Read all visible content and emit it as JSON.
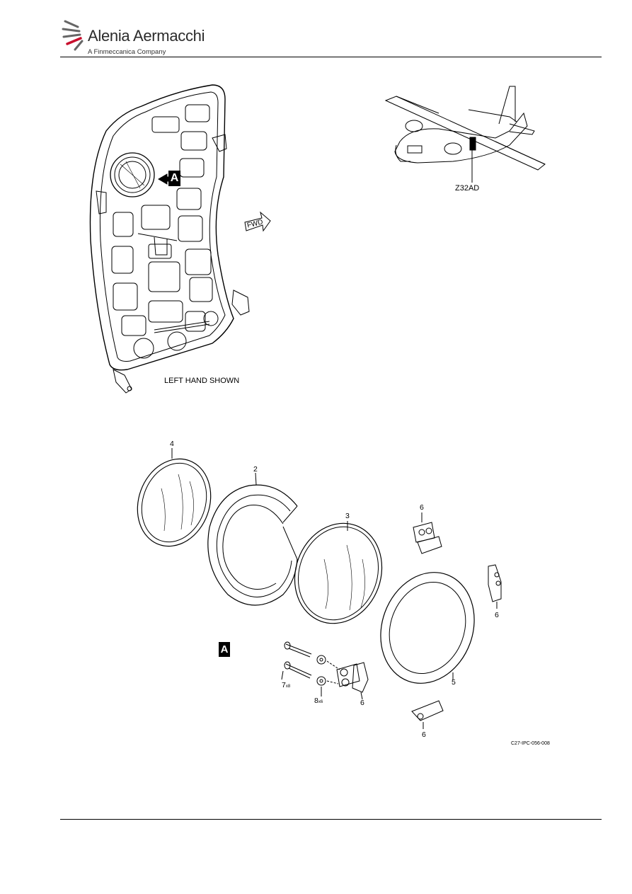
{
  "header": {
    "brand": "Alenia Aermacchi",
    "tagline": "A Finmeccanica Company"
  },
  "figure": {
    "view_marker": "A",
    "fwd_label": "FWD",
    "zone_label": "Z32AD",
    "shown_note": "LEFT HAND SHOWN",
    "figure_id": "C27-IPC-056-008",
    "callouts": {
      "c4": "4",
      "c2": "2",
      "c3": "3",
      "c6a": "6",
      "c6b": "6",
      "c6c": "6",
      "c6d": "6",
      "c5": "5",
      "c7": "7",
      "c7q": "x8",
      "c8": "8",
      "c8q": "x6"
    }
  },
  "colors": {
    "line": "#000000",
    "brand_red": "#c8102e",
    "brand_gray": "#555555"
  }
}
